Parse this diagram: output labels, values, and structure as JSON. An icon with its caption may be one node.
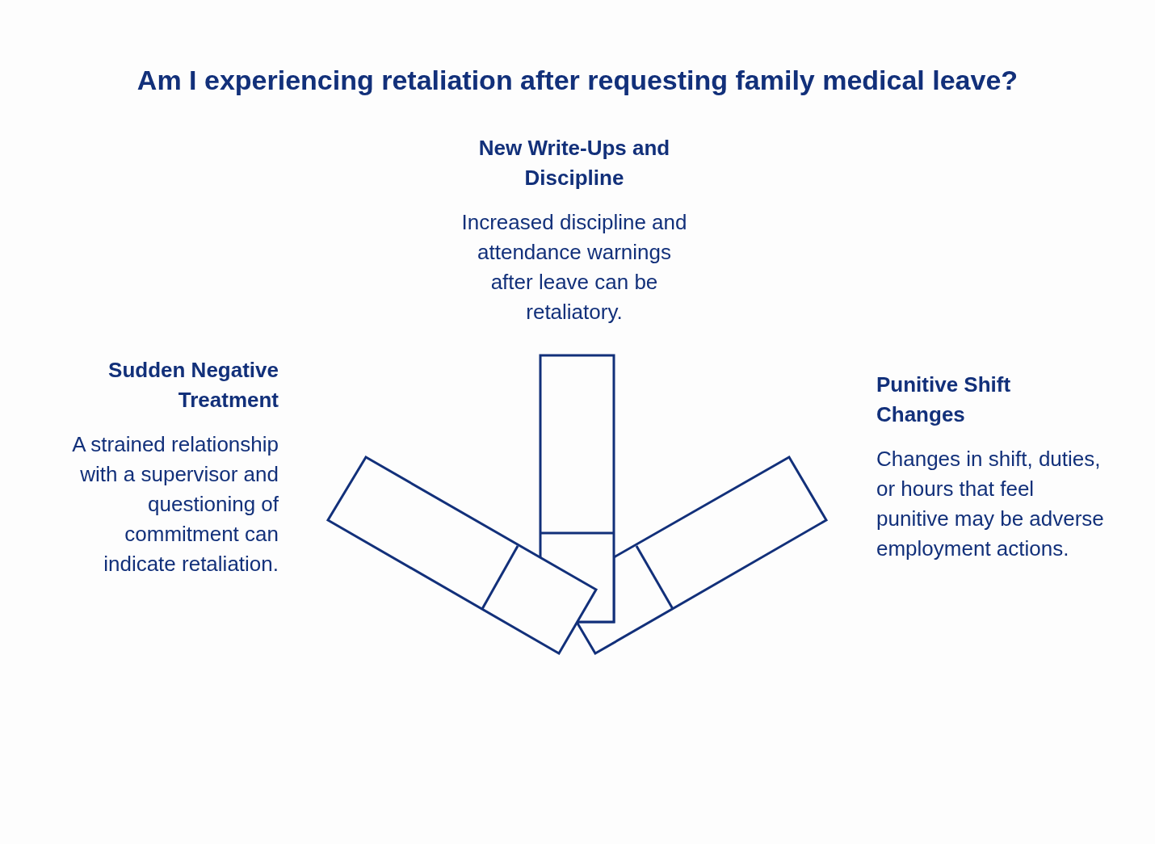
{
  "diagram": {
    "title": "Am I experiencing retaliation after requesting family medical leave?",
    "nodes": [
      {
        "text": [],
        "shape": "bar",
        "beside": [
          "Sudden Negative Treatment",
          "A strained relationship with a supervisor and questioning of commitment can indicate retaliation."
        ]
      },
      {
        "text": [],
        "shape": "bar",
        "beside": [
          "New Write-Ups and Discipline",
          "Increased discipline and attendance warnings after leave can be retaliatory."
        ]
      },
      {
        "text": [],
        "shape": "bar",
        "beside": [
          "Punitive Shift Changes",
          "Changes in shift, duties, or hours that feel punitive may be adverse employment actions."
        ]
      }
    ]
  }
}
